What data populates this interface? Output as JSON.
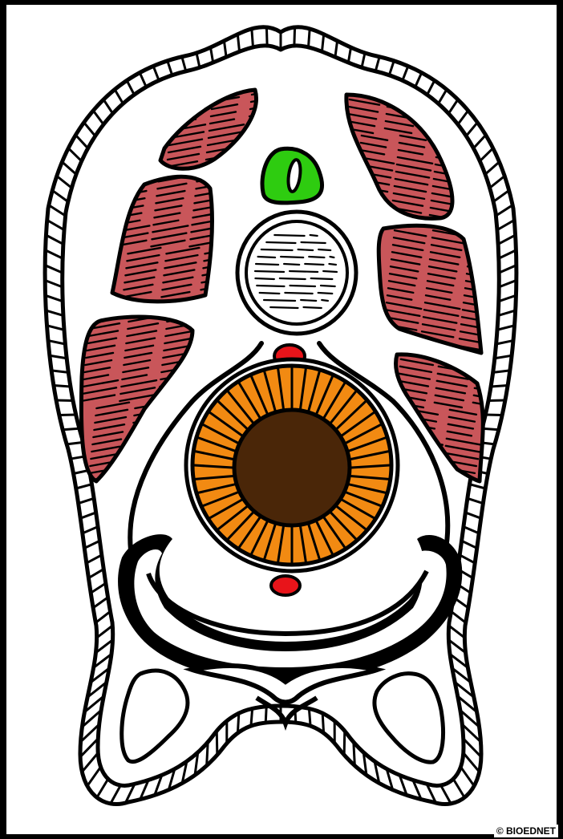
{
  "credit": "© BIOEDNET",
  "colors": {
    "background": "#000000",
    "outline": "#000000",
    "tissue": "#ffffff",
    "muscle": "#c9565a",
    "neural_tube": "#2ecc10",
    "notochord": "#ffffff",
    "blood_vessel": "#e8141a",
    "gut_wall": "#f28a12",
    "gut_lumen": "#4a2608"
  },
  "structures": [
    {
      "name": "epidermis",
      "icon": "segmented-outer-ring"
    },
    {
      "name": "neural-tube",
      "icon": "green-ring"
    },
    {
      "name": "notochord",
      "icon": "striped-oval"
    },
    {
      "name": "dorsal-aorta",
      "icon": "red-oval"
    },
    {
      "name": "gut",
      "icon": "orange-radial-ring"
    },
    {
      "name": "ventral-vessel",
      "icon": "red-oval"
    },
    {
      "name": "myotomes",
      "icon": "striped-red-blocks"
    }
  ]
}
